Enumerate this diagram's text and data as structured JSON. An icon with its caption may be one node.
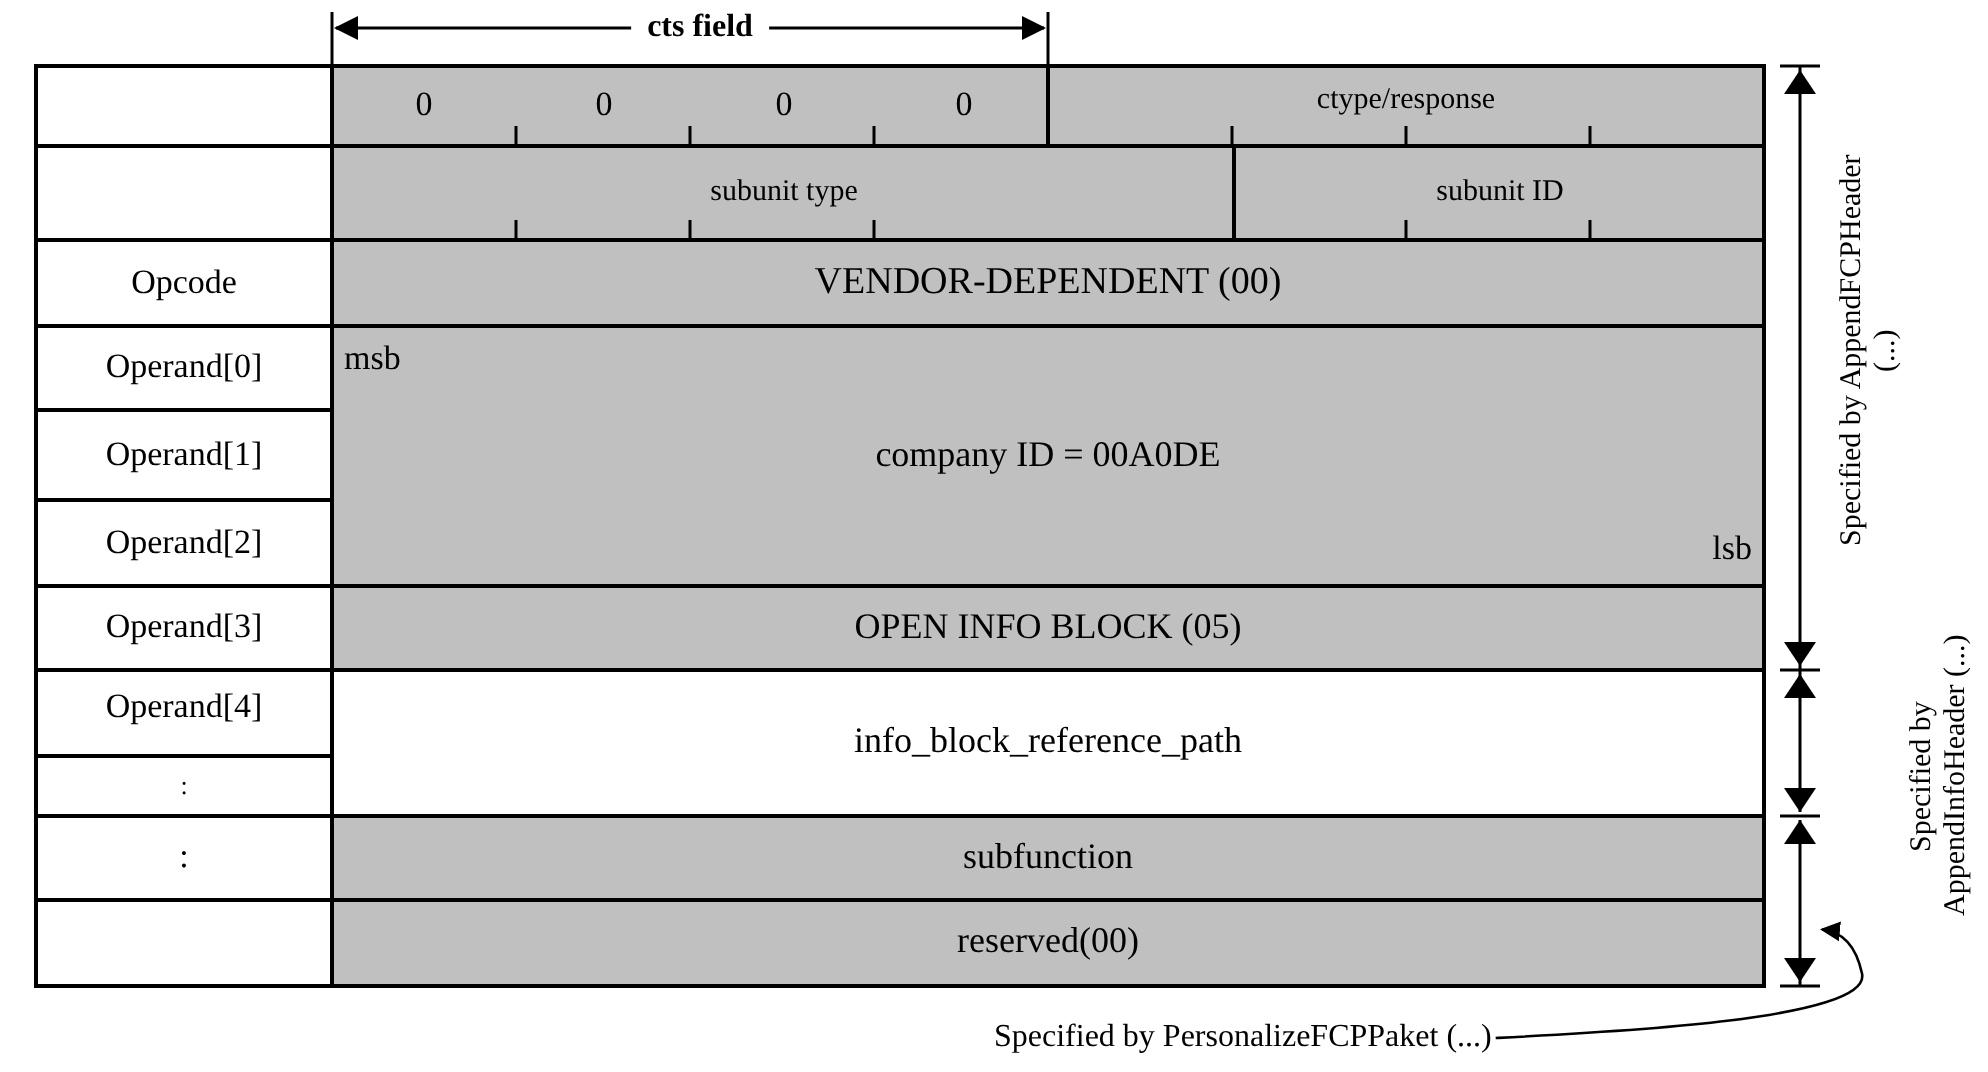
{
  "diagram": {
    "nodes": [
      {
        "text": [
          "Specified by PersonalizeFCPPaket (...)"
        ]
      },
      {
        "text": [],
        "shape": "bar"
      }
    ],
    "edges": [
      {
        "from": 0,
        "to": 1,
        "arrow": "to"
      }
    ],
    "labels": [
      "cts field",
      "0",
      "0",
      "0",
      "0",
      "ctype/response",
      "subunit type",
      "subunit ID",
      "Opcode",
      "VENDOR-DEPENDENT (00)",
      "Operand[0]",
      "msb",
      "Operand[1]",
      "company ID = 00A0DE",
      "Operand[2]",
      "lsb",
      "Operand[3]",
      "OPEN INFO BLOCK (05)",
      "Operand[4]",
      "info_block_reference_path",
      ":",
      ":",
      "subfunction",
      "reserved(00)",
      "Specified by AppendFCPHeader (...)",
      "Specified by AppendInfoHeader (...)"
    ]
  }
}
